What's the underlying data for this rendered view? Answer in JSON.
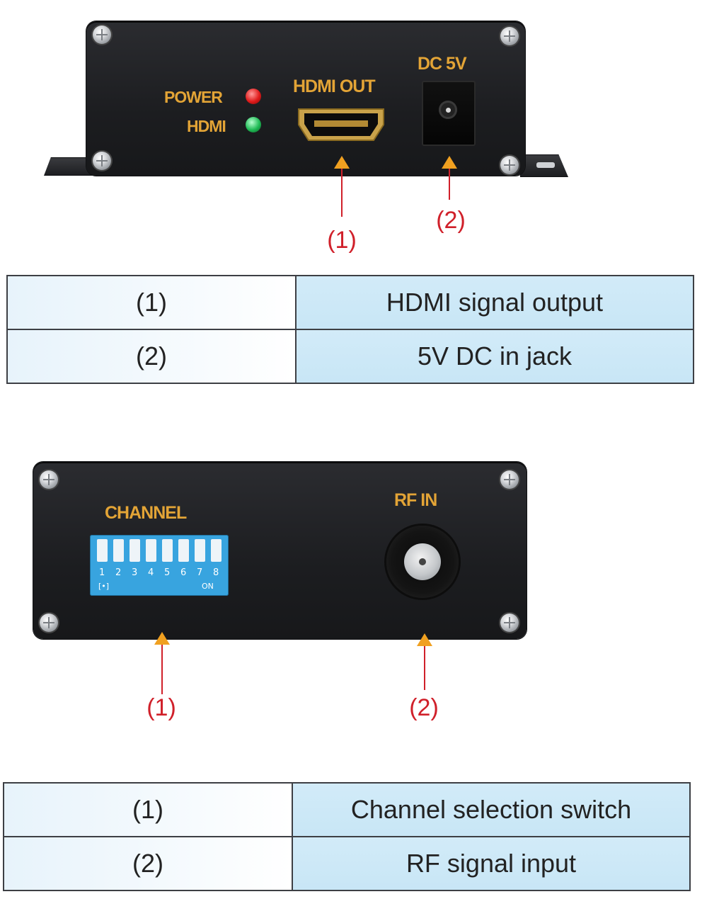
{
  "top_device": {
    "labels": {
      "power": "POWER",
      "hdmi": "HDMI",
      "hdmi_out": "HDMI OUT",
      "dc_5v": "DC 5V"
    },
    "callouts": [
      "(1)",
      "(2)"
    ]
  },
  "top_table": {
    "rows": [
      {
        "num": "(1)",
        "desc": "HDMI signal output"
      },
      {
        "num": "(2)",
        "desc": "5V DC in jack"
      }
    ]
  },
  "bottom_device": {
    "labels": {
      "channel": "CHANNEL",
      "rf_in": "RF IN",
      "dip_numbers": [
        "1",
        "2",
        "3",
        "4",
        "5",
        "6",
        "7",
        "8"
      ],
      "dip_left_tag": "[•]",
      "dip_right_tag": "ON"
    },
    "callouts": [
      "(1)",
      "(2)"
    ]
  },
  "bottom_table": {
    "rows": [
      {
        "num": "(1)",
        "desc": "Channel selection switch"
      },
      {
        "num": "(2)",
        "desc": "RF signal input"
      }
    ]
  },
  "colors": {
    "silkscreen": "#e3a436",
    "callout_red": "#d0202a",
    "arrow_orange": "#f0a020",
    "table_blue": "#c8e6f6"
  }
}
